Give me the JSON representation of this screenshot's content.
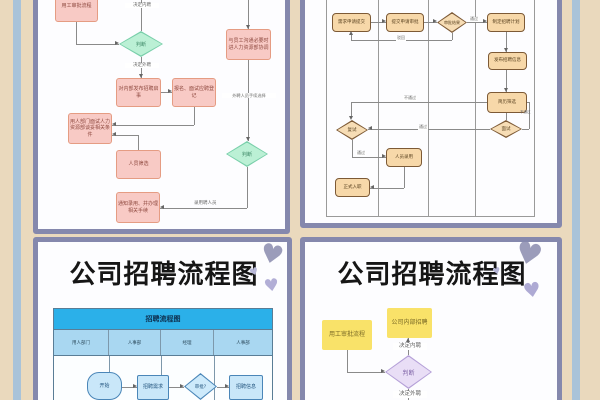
{
  "icons": {
    "heart": "♥"
  },
  "colors": {
    "background": "#ead9bd",
    "side_stripe": "#a9c3d9",
    "card_border": "#8588ad",
    "pink_box": "#f8cac5",
    "green_diamond": "#bbf0d5",
    "orange_box": "#f7d8a9",
    "yellow_box": "#f9e269",
    "purple_diamond": "#e9def6",
    "table_header_blue": "#2bb0e9",
    "table_row_blue": "#a9d7f1",
    "heart_gray": "#9b9cba",
    "heart_lavender": "#b2aed6"
  },
  "tl": {
    "box_apply": "用工审批流程",
    "lbl_internal": "决定内聘",
    "dia_judge1": "判断",
    "lbl_external": "决定外聘",
    "box_post": "对内部发布招聘启事",
    "box_register": "报名、面试应聘登记",
    "box_interview": "用人部门面试人力资源部谈妥相关条件",
    "box_screen": "人员筛选",
    "box_notify": "通知录用、并办理相关手续",
    "box_communicate": "与员工沟通必要时进人力资源部协调",
    "lbl_procedure": "外聘人员手续选择",
    "dia_judge2": "判断",
    "lbl_hire": "录用聘人员"
  },
  "tr": {
    "box_request": "需求申请提交",
    "box_submit": "提交申请审批",
    "dia_result": "审批结果",
    "lbl_pass1": "通过",
    "lbl_reject": "驳回",
    "box_plan": "制定招聘计划",
    "box_publish": "发布招聘信息",
    "box_resume": "简历筛选",
    "dia_interview": "面试",
    "lbl_fail1": "不通过",
    "lbl_fail2": "不通过",
    "lbl_pass2": "通过",
    "dia_reinterview": "复试",
    "lbl_pass3": "通过",
    "box_hire": "人员录用",
    "box_onboard": "正式入职"
  },
  "bl": {
    "title": "公司招聘流程图",
    "table_header": "招聘流程图",
    "columns": [
      "用人部门",
      "人事部",
      "经理",
      "人事部"
    ],
    "start": "开始",
    "need": "招聘需求",
    "approve": "审批?",
    "info": "招聘信息"
  },
  "br": {
    "title": "公司招聘流程图",
    "box_apply": "用工审批流程",
    "box_internal": "公司内部招聘",
    "lbl_internal": "决定内聘",
    "dia_judge": "判断",
    "lbl_external": "决定外聘"
  }
}
